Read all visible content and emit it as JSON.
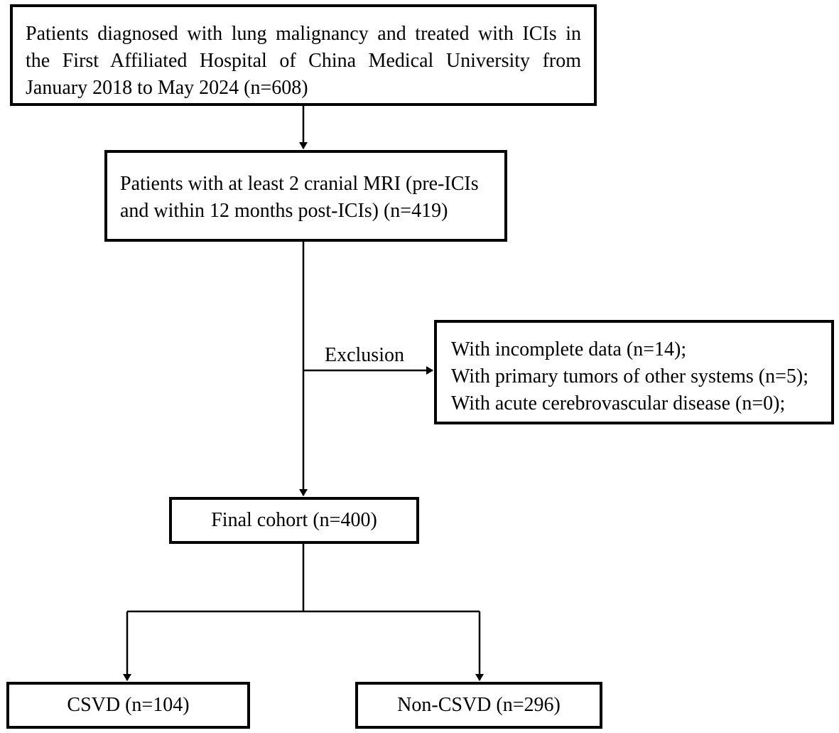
{
  "flowchart": {
    "top_box": {
      "lines": [
        "Patients diagnosed with lung malignancy and treated with ICIs in",
        "the First Affiliated Hospital of China Medical University from",
        "January 2018 to May 2024 (n=608)"
      ]
    },
    "mri_box": {
      "lines": [
        "Patients with at least 2 cranial MRI (pre-ICIs",
        "and within 12 months post-ICIs) (n=419)"
      ]
    },
    "exclusion": {
      "label": "Exclusion",
      "items": [
        "With incomplete data (n=14);",
        "With primary tumors of other systems (n=5);",
        "With acute cerebrovascular disease (n=0);"
      ]
    },
    "final_box": {
      "text": "Final cohort (n=400)"
    },
    "csvd_box": {
      "text": "CSVD (n=104)"
    },
    "noncsvd_box": {
      "text": "Non-CSVD (n=296)"
    }
  }
}
